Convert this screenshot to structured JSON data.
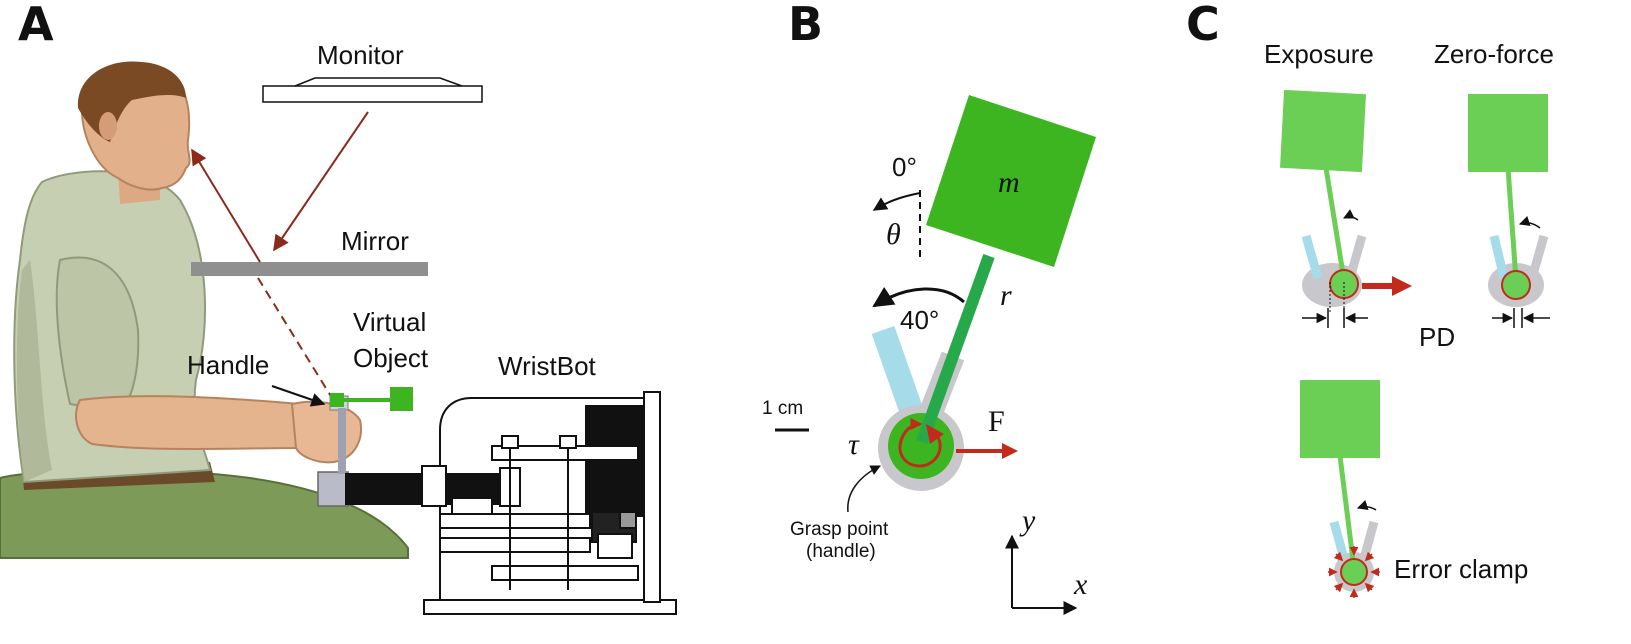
{
  "panels": {
    "a": "A",
    "b": "B",
    "c": "C"
  },
  "panel_a": {
    "monitor": "Monitor",
    "mirror": "Mirror",
    "virtual_object_line1": "Virtual",
    "virtual_object_line2": "Object",
    "handle": "Handle",
    "wristbot": "WristBot"
  },
  "panel_b": {
    "mass": "m",
    "zero_angle": "0°",
    "theta": "θ",
    "forty_angle": "40°",
    "radius": "r",
    "scale_bar": "1 cm",
    "tau": "τ",
    "force": "F",
    "grasp_line1": "Grasp point",
    "grasp_line2": "(handle)",
    "axis_y": "y",
    "axis_x": "x"
  },
  "panel_c": {
    "exposure": "Exposure",
    "zero_force": "Zero-force",
    "pd": "PD",
    "error_clamp": "Error clamp"
  },
  "colors": {
    "green_dark": "#3cb521",
    "green_light": "#6ccf55",
    "rod_green": "#27a84a",
    "cyan": "#a6dcea",
    "gray": "#c8c8cc",
    "red": "#c22b1b",
    "ray": "#8b2a1a"
  }
}
